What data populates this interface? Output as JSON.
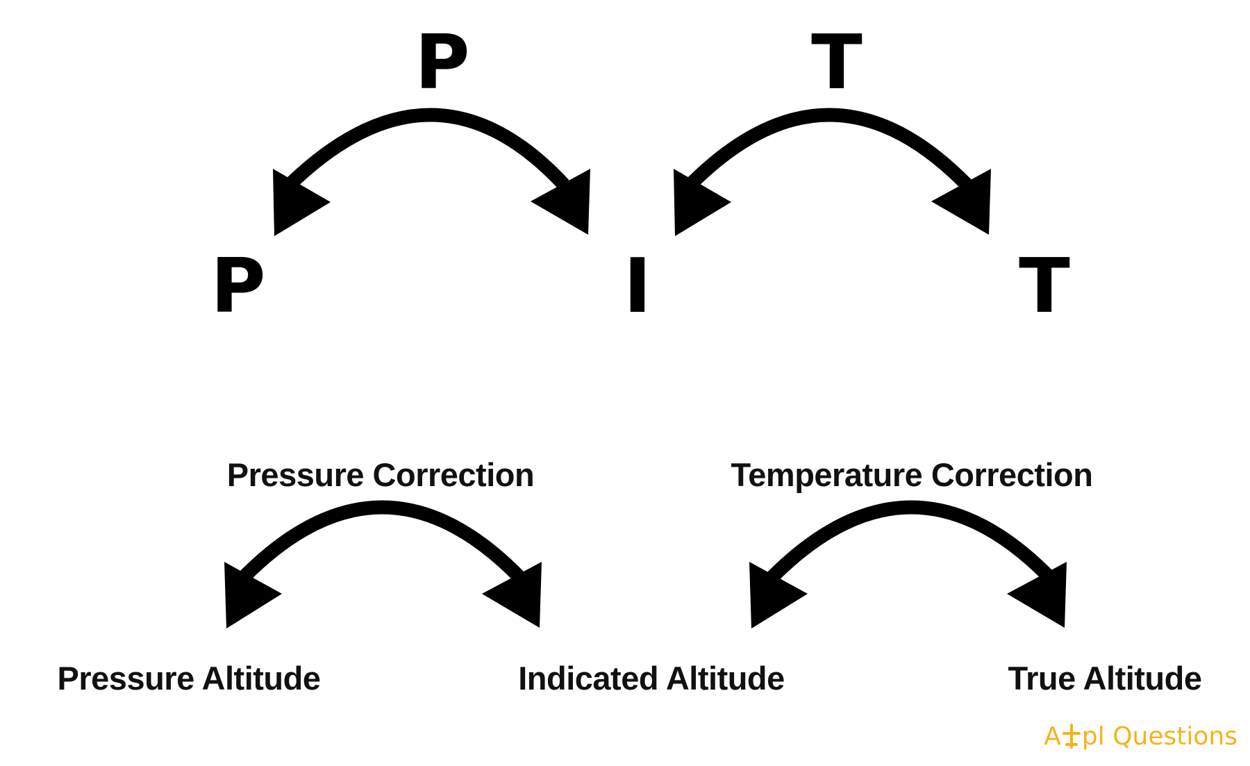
{
  "mnemonic": {
    "top_left": "P",
    "top_right": "T",
    "bottom_left": "P",
    "bottom_middle": "I",
    "bottom_right": "T"
  },
  "labels": {
    "pressure_correction": "Pressure Correction",
    "temperature_correction": "Temperature Correction",
    "pressure_altitude": "Pressure Altitude",
    "indicated_altitude": "Indicated Altitude",
    "true_altitude": "True Altitude"
  },
  "brand": {
    "prefix": "A",
    "suffix": "pl Questions",
    "icon": "airplane-icon",
    "color": "#f5b21b"
  },
  "colors": {
    "ink": "#000000",
    "background": "#ffffff"
  }
}
